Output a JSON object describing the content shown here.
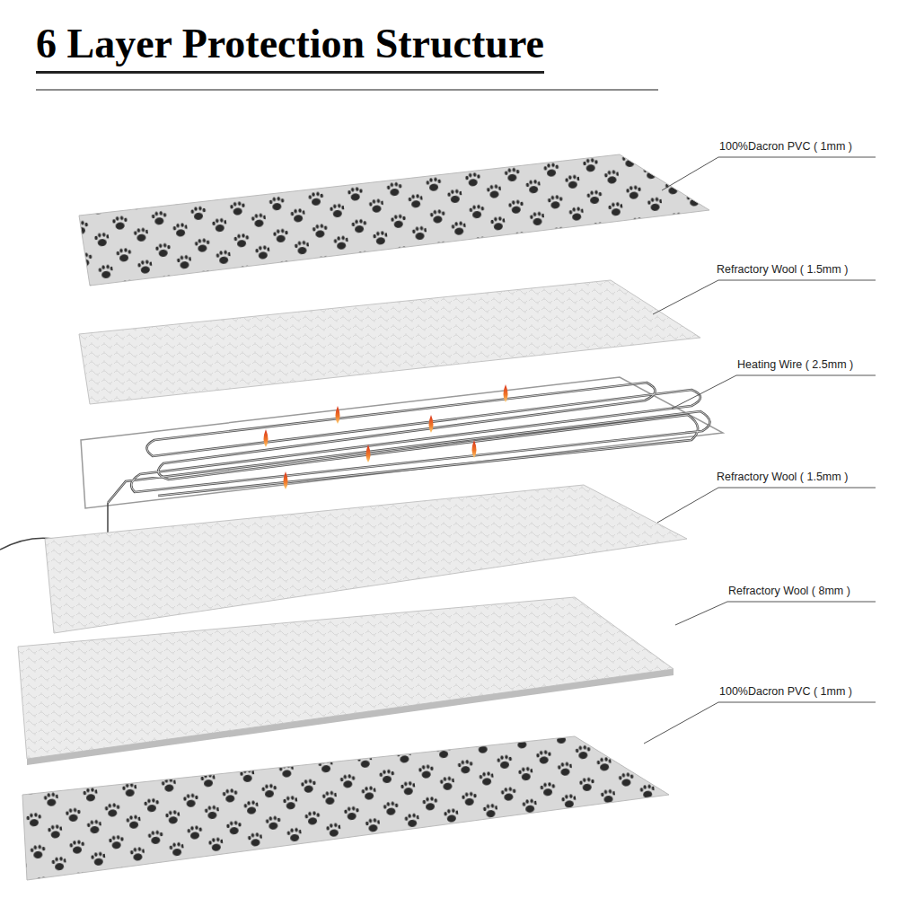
{
  "diagram": {
    "title": "6 Layer Protection Structure",
    "labels": [
      "100%Dacron PVC ( 1mm )",
      "Refractory Wool ( 1.5mm )",
      "Heating Wire ( 2.5mm )",
      "Refractory Wool ( 1.5mm )",
      "Refractory Wool ( 8mm )",
      "100%Dacron PVC ( 1mm )"
    ]
  }
}
